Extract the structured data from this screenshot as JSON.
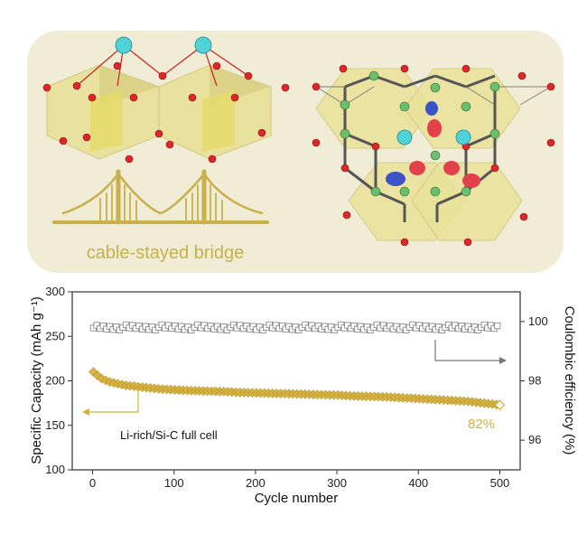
{
  "illustration": {
    "bridge_label": "cable-stayed bridge",
    "panel_color": "#f1ecd6",
    "polyhedra_color": "#e9e29a",
    "bridge_color": "#c8b04a",
    "atom_colors": {
      "li": "#4fd2d8",
      "o": "#e0262a",
      "tm": "#6cbf6c",
      "orbital_pos": "#e2404a",
      "orbital_neg": "#3a53c8"
    }
  },
  "chart_data": {
    "type": "scatter",
    "xlabel": "Cycle number",
    "ylabel": "Specific Capacity (mAh g⁻¹)",
    "ylabel_right": "Coulombic efficiency (%)",
    "xlim": [
      -25,
      525
    ],
    "ylim": [
      100,
      300
    ],
    "ylim_right": [
      95,
      101
    ],
    "x_ticks": [
      0,
      100,
      200,
      300,
      400,
      500
    ],
    "y_ticks": [
      100,
      150,
      200,
      250,
      300
    ],
    "y_ticks_right": [
      96,
      98,
      100
    ],
    "annotation_cell": "Li-rich/Si-C full cell",
    "annotation_retention": "82%",
    "series": [
      {
        "axis": "left",
        "color": "#d4b13c",
        "marker": "diamond",
        "x": [
          1,
          10,
          20,
          30,
          40,
          50,
          60,
          80,
          100,
          120,
          140,
          160,
          180,
          200,
          220,
          240,
          260,
          280,
          300,
          320,
          340,
          360,
          380,
          400,
          420,
          440,
          460,
          480,
          500
        ],
        "y": [
          210,
          203,
          199,
          197,
          195,
          194,
          193,
          191,
          190,
          189,
          188.5,
          188,
          187,
          186.5,
          186,
          185.5,
          185,
          184.5,
          184,
          183,
          182.5,
          182,
          181,
          180,
          179,
          178,
          177,
          175,
          173
        ]
      },
      {
        "axis": "right",
        "color": "#8a8a8a",
        "marker": "square",
        "x": [
          1,
          500
        ],
        "y": [
          99.8,
          99.8
        ]
      }
    ]
  }
}
